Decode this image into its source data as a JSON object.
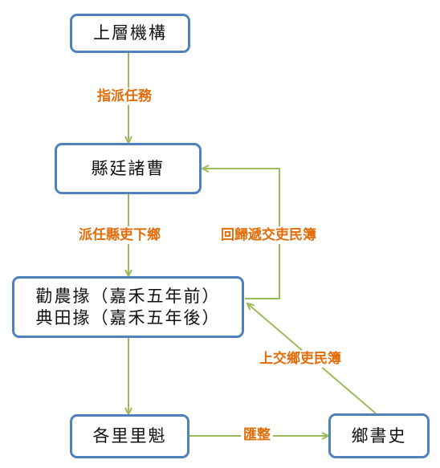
{
  "nodes": {
    "top": "上層機構",
    "county": "縣廷諸曹",
    "officials": [
      "勸農掾（嘉禾五年前）",
      "典田掾（嘉禾五年後）"
    ],
    "village_chiefs": "各里里魁",
    "scribe": "鄉書史"
  },
  "edges": {
    "assign_tasks": "指派任務",
    "dispatch": "派任縣吏下鄉",
    "return_records": "回歸遞交吏民簿",
    "submit_records": "上交鄉吏民簿",
    "compile": "匯整"
  },
  "colors": {
    "node_border": "#4f81bd",
    "arrow": "#9bbb59",
    "label": "#e36c09"
  }
}
